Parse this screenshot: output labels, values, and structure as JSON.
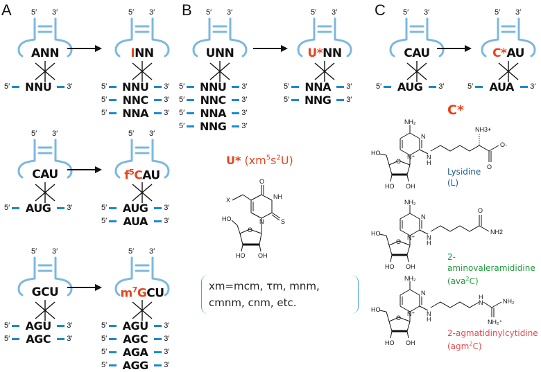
{
  "panels": {
    "A": {
      "letter": "A",
      "rows": [
        {
          "before": {
            "anticodon": [
              {
                "t": "ANN",
                "red": false
              }
            ],
            "mrna": [
              "NNU"
            ]
          },
          "after": {
            "anticodon": [
              {
                "t": "I",
                "red": true
              },
              {
                "t": "NN",
                "red": false
              }
            ],
            "mrna": [
              "NNU",
              "NNC",
              "NNA"
            ]
          }
        },
        {
          "before": {
            "anticodon": [
              {
                "t": "CAU",
                "red": false
              }
            ],
            "mrna": [
              "AUG"
            ]
          },
          "after": {
            "anticodon": [
              {
                "t": "f",
                "red": true
              },
              {
                "t": "5",
                "red": true,
                "sup": true
              },
              {
                "t": "C",
                "red": true
              },
              {
                "t": "AU",
                "red": false
              }
            ],
            "mrna": [
              "AUG",
              "AUA"
            ]
          }
        },
        {
          "before": {
            "anticodon": [
              {
                "t": "GCU",
                "red": false
              }
            ],
            "mrna": [
              "AGU",
              "AGC"
            ]
          },
          "after": {
            "anticodon": [
              {
                "t": "m",
                "red": true
              },
              {
                "t": "7",
                "red": true,
                "sup": true
              },
              {
                "t": "G",
                "red": true
              },
              {
                "t": "CU",
                "red": false
              }
            ],
            "mrna": [
              "AGU",
              "AGC",
              "AGA",
              "AGG"
            ]
          }
        }
      ]
    },
    "B": {
      "letter": "B",
      "before": {
        "anticodon": [
          {
            "t": "UNN",
            "red": false
          }
        ],
        "mrna": [
          "NNU",
          "NNC",
          "NNA",
          "NNG"
        ]
      },
      "after": {
        "anticodon": [
          {
            "t": "U*",
            "red": true
          },
          {
            "t": "NN",
            "red": false
          }
        ],
        "mrna": [
          "NNA",
          "NNG"
        ]
      },
      "modification_title": {
        "main": "U*",
        "paren_open": " (xm",
        "sup1": "5",
        "mid": "s",
        "sup2": "2",
        "end": "U)"
      },
      "structure_labels": {
        "x": "X",
        "o": "O",
        "nh": "NH",
        "n": "N",
        "s": "S",
        "ho": "HO",
        "o_ring": "O",
        "oh1": "HO",
        "oh2": "OH"
      },
      "xm_note": {
        "line1": "xm=mcm, τm, mnm,",
        "line2": "cmnm, cnm, etc."
      }
    },
    "C": {
      "letter": "C",
      "before": {
        "anticodon": [
          {
            "t": "CAU",
            "red": false
          }
        ],
        "mrna": [
          "AUG"
        ]
      },
      "after": {
        "anticodon": [
          {
            "t": "C*",
            "red": true
          },
          {
            "t": "AU",
            "red": false
          }
        ],
        "mrna": [
          "AUA"
        ]
      },
      "cstar_title": "C*",
      "molecules": [
        {
          "name": "Lysidine",
          "abbr": "(L)",
          "color": "#1a5a8c",
          "tail_label": "NH3+",
          "tail_end": "O-"
        },
        {
          "name": "2-aminovaleramididine",
          "abbr_pre": "(ava",
          "abbr_sup": "2",
          "abbr_post": "C)",
          "color": "#1d9a3a",
          "tail_label": "NH2"
        },
        {
          "name": "2-agmatidinylcytidine",
          "abbr_pre": "(agm",
          "abbr_sup": "2",
          "abbr_post": "C)",
          "color": "#e8474e",
          "tail_label": "NH2"
        }
      ]
    }
  },
  "labels": {
    "five_prime": "5′",
    "three_prime": "3′"
  },
  "colors": {
    "stem_blue": "#7bb8e0",
    "mrna_dash_blue": "#1a8ad0",
    "modification_red": "#e8431c"
  }
}
